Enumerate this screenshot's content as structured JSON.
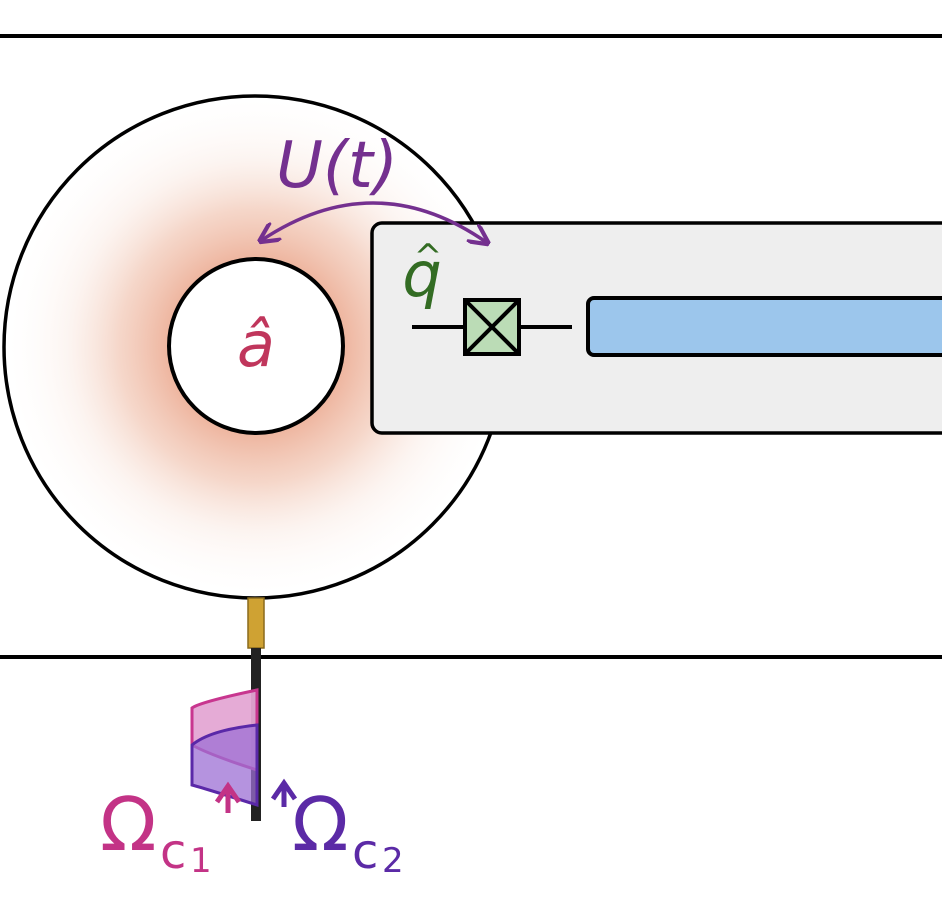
{
  "diagram": {
    "title": "Cavity-qubit coupling schematic",
    "labels": {
      "cavity_mode": "â",
      "qubit_operator_base": "q",
      "qubit_operator_hat": "^",
      "unitary": "U(t)",
      "drive1_symbol": "Ω",
      "drive1_sub_letter": "c",
      "drive1_sub_index": "1",
      "drive2_symbol": "Ω",
      "drive2_sub_letter": "c",
      "drive2_sub_index": "2"
    },
    "components": [
      {
        "id": "outer-cavity",
        "kind": "ring",
        "stroke": "#000000"
      },
      {
        "id": "inner-cavity",
        "kind": "circle",
        "fill": "#ffffff"
      },
      {
        "id": "field-glow",
        "kind": "radial-gradient",
        "color": "#eeb098"
      },
      {
        "id": "qubit-chip",
        "kind": "rounded-rect",
        "fill": "#eeeeee"
      },
      {
        "id": "josephson-junction",
        "kind": "crossed-box",
        "fill": "#bbdcb6"
      },
      {
        "id": "readout-resonator",
        "kind": "rounded-rect",
        "fill": "#9cc6ec"
      },
      {
        "id": "coupling-pin",
        "kind": "rect",
        "fill": "#cfa233"
      },
      {
        "id": "drive-line",
        "kind": "rect",
        "fill": "#222222"
      },
      {
        "id": "drive-pulse-1",
        "kind": "pulse",
        "fill": "#e4a6d4",
        "stroke": "#c8368f"
      },
      {
        "id": "drive-pulse-2",
        "kind": "pulse",
        "fill": "#a77dd8",
        "stroke": "#5a28a8"
      }
    ],
    "colors": {
      "cavity_label": "#c0365c",
      "qubit_label": "#336c23",
      "unitary": "#74308f",
      "drive1": "#c33386",
      "drive2": "#5b2aa6"
    }
  }
}
